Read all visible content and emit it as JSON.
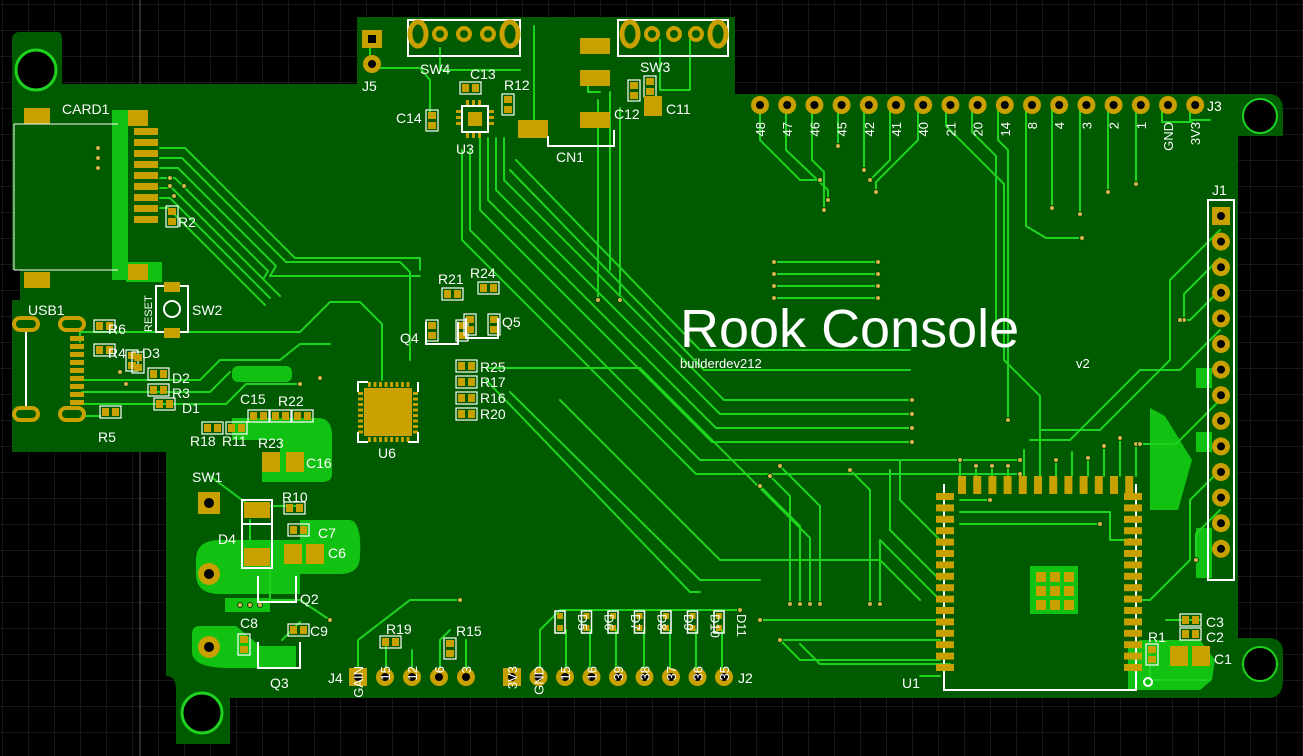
{
  "board": {
    "title": "Rook Console",
    "author": "builderdev212",
    "version": "v2",
    "colors": {
      "background": "#000000",
      "grid": "#2e2e2e",
      "board": "#005a00",
      "copper": "#12c212",
      "trace": "#1fd21f",
      "pad": "#c8a000",
      "silk": "#ffffff",
      "via": "#d6b24a"
    }
  },
  "components": {
    "CARD1": "CARD1",
    "R2": "R2",
    "RESET": "RESET",
    "SW2": "SW2",
    "USB1": "USB1",
    "R6": "R6",
    "R4": "R4",
    "D3": "D3",
    "D2": "D2",
    "R3": "R3",
    "D1": "D1",
    "R5": "R5",
    "R18": "R18",
    "R11": "R11",
    "C15": "C15",
    "R22": "R22",
    "R23": "R23",
    "C16": "C16",
    "SW1": "SW1",
    "R10": "R10",
    "D4": "D4",
    "C7": "C7",
    "C6": "C6",
    "Q2": "Q2",
    "C8": "C8",
    "C9": "C9",
    "Q3": "Q3",
    "J5": "J5",
    "SW4": "SW4",
    "C13": "C13",
    "R12": "R12",
    "C14": "C14",
    "U3": "U3",
    "CN1": "CN1",
    "SW3": "SW3",
    "C12": "C12",
    "C11": "C11",
    "R21": "R21",
    "R24": "R24",
    "Q4": "Q4",
    "Q5": "Q5",
    "R25": "R25",
    "R17": "R17",
    "R16": "R16",
    "R20": "R20",
    "U6": "U6",
    "J3": "J3",
    "J1": "J1",
    "U1": "U1",
    "R1": "R1",
    "C3": "C3",
    "C2": "C2",
    "C1": "C1",
    "J4": "J4",
    "R19": "R19",
    "R15": "R15",
    "J2": "J2"
  },
  "headers": {
    "J3_pins": [
      "48",
      "47",
      "46",
      "45",
      "42",
      "41",
      "40",
      "21",
      "20",
      "14",
      "8",
      "4",
      "3",
      "2",
      "1",
      "GND",
      "3V3"
    ],
    "J4_pins": [
      "GAIN",
      "15",
      "12",
      "6",
      "3"
    ],
    "J2_pins": [
      "3V3",
      "GND",
      "15",
      "16",
      "39",
      "38",
      "37",
      "36",
      "35"
    ],
    "leds": [
      "D5",
      "D6",
      "D7",
      "D8",
      "D9",
      "D10",
      "D11"
    ],
    "J1_pin_count": 14
  }
}
